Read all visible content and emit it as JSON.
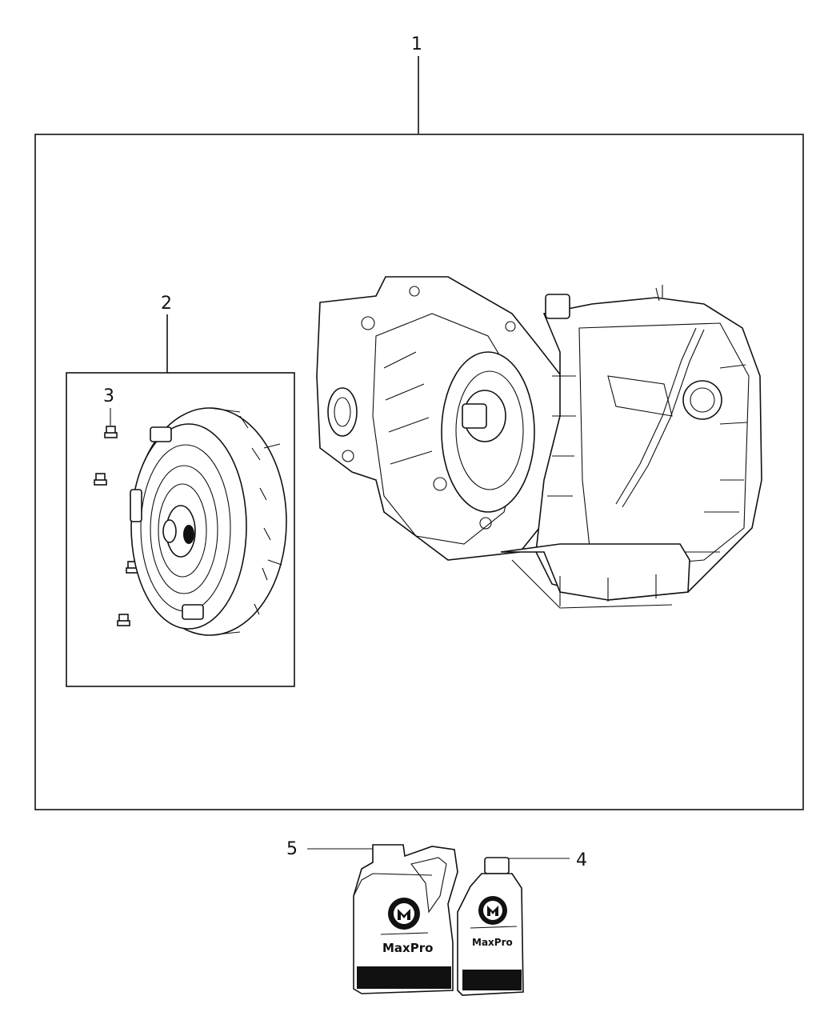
{
  "callouts": {
    "c1": "1",
    "c2": "2",
    "c3": "3",
    "c4": "4",
    "c5": "5"
  },
  "bottles": {
    "large_brand": "MaxPro",
    "small_brand": "MaxPro"
  },
  "icons": {
    "transmission": "transmission-assembly-icon",
    "converter": "torque-converter-icon",
    "bolt": "bolt-icon",
    "jug": "fluid-jug-icon",
    "bottle": "fluid-bottle-icon"
  }
}
